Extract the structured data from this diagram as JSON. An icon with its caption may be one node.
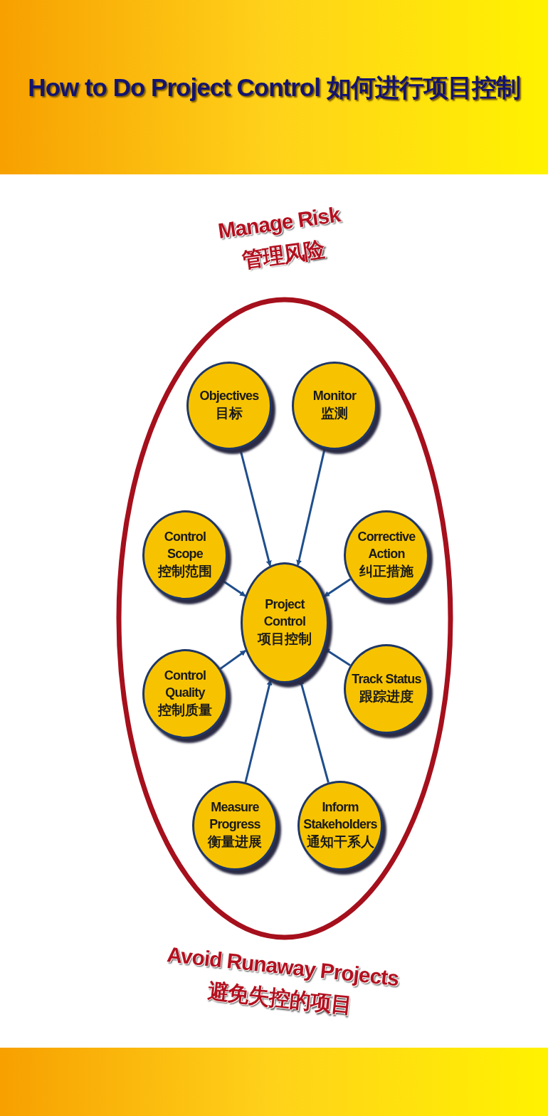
{
  "diagram": {
    "title": "How to Do Project Control 如何进行项目控制",
    "nodes": [
      {
        "text": [
          "Manage Risk 管理风险",
          "Avoid Runaway Projects 避免失控的项目"
        ]
      },
      {
        "text": [
          "Objectives",
          "目标"
        ],
        "in": 0
      },
      {
        "text": [
          "Monitor",
          "监测"
        ],
        "in": 0
      },
      {
        "text": [
          "Control Scope",
          "控制范围"
        ],
        "in": 0
      },
      {
        "text": [
          "Corrective Action",
          "纠正措施"
        ],
        "in": 0
      },
      {
        "text": [
          "Project Control",
          "项目控制"
        ],
        "in": 0
      },
      {
        "text": [
          "Control Quality",
          "控制质量"
        ],
        "in": 0
      },
      {
        "text": [
          "Track Status",
          "跟踪进度"
        ],
        "in": 0
      },
      {
        "text": [
          "Measure Progress",
          "衡量进展"
        ],
        "in": 0
      },
      {
        "text": [
          "Inform Stakeholders",
          "通知干系人"
        ],
        "in": 0
      }
    ],
    "edges": [
      {
        "from": 1,
        "to": 5,
        "arrow": "to"
      },
      {
        "from": 2,
        "to": 5,
        "arrow": "to"
      },
      {
        "from": 3,
        "to": 5,
        "arrow": "to"
      },
      {
        "from": 4,
        "to": 5,
        "arrow": "to"
      },
      {
        "from": 6,
        "to": 5,
        "arrow": "to"
      },
      {
        "from": 7,
        "to": 5,
        "arrow": "to"
      },
      {
        "from": 8,
        "to": 5,
        "arrow": "to"
      },
      {
        "from": 9,
        "to": 5,
        "arrow": "to"
      }
    ]
  }
}
